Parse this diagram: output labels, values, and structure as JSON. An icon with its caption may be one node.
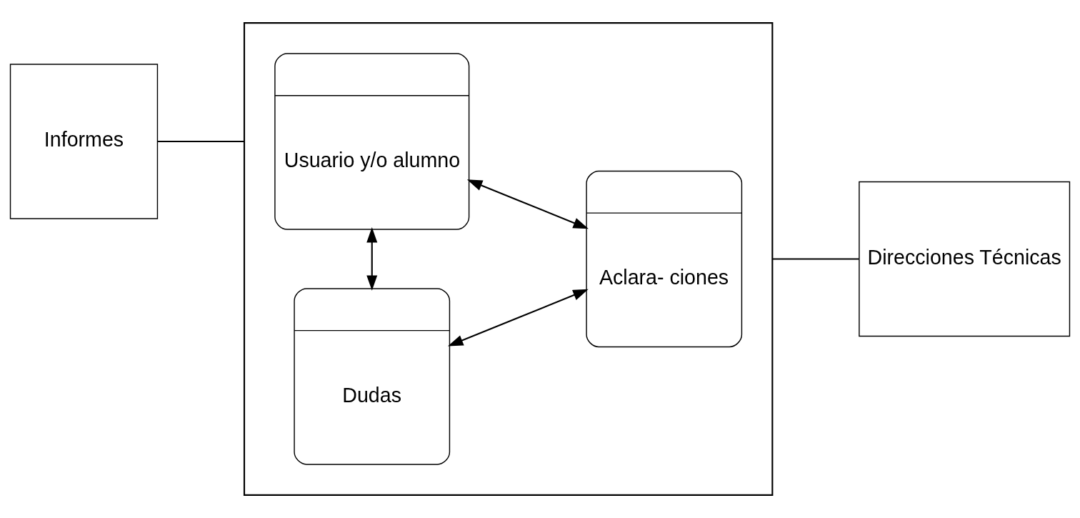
{
  "diagram": {
    "nodes": [
      {
        "text": [
          "Informes"
        ]
      },
      {
        "text": [],
        "shape": "box"
      },
      {
        "text": [
          "Usuario y/o alumno"
        ],
        "in": 1
      },
      {
        "text": [
          "Dudas"
        ],
        "in": 1
      },
      {
        "text": [
          "Aclara- ciones"
        ],
        "in": 1
      },
      {
        "text": [
          "Direcciones Técnicas"
        ]
      }
    ],
    "edges": [
      {
        "from": 0,
        "to": 1,
        "arrow": "none"
      },
      {
        "from": 1,
        "to": 5,
        "arrow": "none"
      },
      {
        "from": 2,
        "to": 4,
        "arrow": "both"
      },
      {
        "from": 2,
        "to": 3,
        "arrow": "both"
      },
      {
        "from": 3,
        "to": 4,
        "arrow": "both"
      }
    ]
  }
}
